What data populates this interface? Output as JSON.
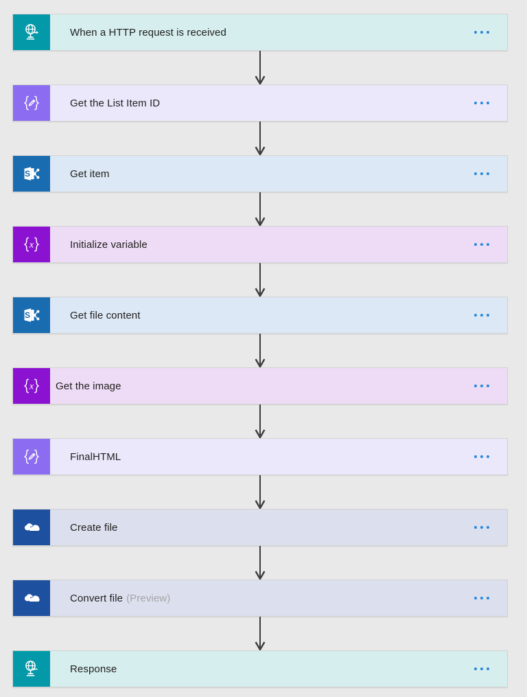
{
  "canvas": {
    "background": "#e9e9e9",
    "connector_color": "#3b3b3b",
    "card_border": "#d2d2d2",
    "menu_dot_color": "#2b87d9"
  },
  "flow": {
    "steps": [
      {
        "title": "When a HTTP request is received",
        "subtitle": "",
        "icon": "http-request-icon",
        "icon_color": "#0399a8",
        "card_color": "#d6eeee",
        "kind": "http",
        "menu_label": "•••"
      },
      {
        "title": "Get the List Item ID",
        "subtitle": "",
        "icon": "compose-icon",
        "icon_color": "#8c6cf0",
        "card_color": "#ece8fc",
        "kind": "compose",
        "menu_label": "•••"
      },
      {
        "title": "Get item",
        "subtitle": "",
        "icon": "sharepoint-icon",
        "icon_color": "#1a6cb0",
        "card_color": "#dce8f5",
        "kind": "sharepoint",
        "menu_label": "•••"
      },
      {
        "title": "Initialize variable",
        "subtitle": "",
        "icon": "variable-icon",
        "icon_color": "#8b12d1",
        "card_color": "#eedcf6",
        "kind": "variable",
        "menu_label": "•••"
      },
      {
        "title": "Get file content",
        "subtitle": "",
        "icon": "sharepoint-icon",
        "icon_color": "#1a6cb0",
        "card_color": "#dce8f5",
        "kind": "sharepoint",
        "menu_label": "•••"
      },
      {
        "title": "Get the image",
        "subtitle": "",
        "icon": "variable-icon",
        "icon_color": "#8b12d1",
        "card_color": "#eedcf6",
        "kind": "variable",
        "menu_label": "•••"
      },
      {
        "title": "FinalHTML",
        "subtitle": "",
        "icon": "compose-icon",
        "icon_color": "#8c6cf0",
        "card_color": "#ece8fc",
        "kind": "compose",
        "menu_label": "•••"
      },
      {
        "title": "Create file",
        "subtitle": "",
        "icon": "onedrive-icon",
        "icon_color": "#1e50a0",
        "card_color": "#dcdfee",
        "kind": "onedrive",
        "menu_label": "•••"
      },
      {
        "title": "Convert file",
        "subtitle": "(Preview)",
        "icon": "onedrive-icon",
        "icon_color": "#1e50a0",
        "card_color": "#dcdfee",
        "kind": "onedrive",
        "menu_label": "•••"
      },
      {
        "title": "Response",
        "subtitle": "",
        "icon": "http-response-icon",
        "icon_color": "#0399a8",
        "card_color": "#d6eeee",
        "kind": "http",
        "menu_label": "•••"
      }
    ]
  }
}
